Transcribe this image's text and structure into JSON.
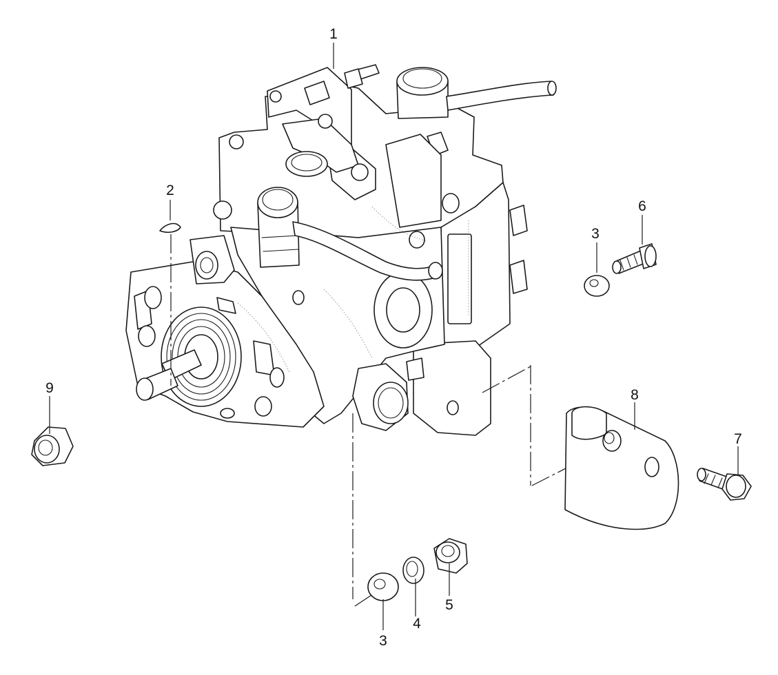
{
  "callouts": [
    {
      "id": "c1",
      "label": "1"
    },
    {
      "id": "c2",
      "label": "2"
    },
    {
      "id": "c3a",
      "label": "3"
    },
    {
      "id": "c6",
      "label": "6"
    },
    {
      "id": "c9",
      "label": "9"
    },
    {
      "id": "c8",
      "label": "8"
    },
    {
      "id": "c7",
      "label": "7"
    },
    {
      "id": "c4",
      "label": "4"
    },
    {
      "id": "c5",
      "label": "5"
    },
    {
      "id": "c3b",
      "label": "3"
    }
  ],
  "colors": {
    "ink": "#1a1a1a",
    "background": "#ffffff"
  }
}
